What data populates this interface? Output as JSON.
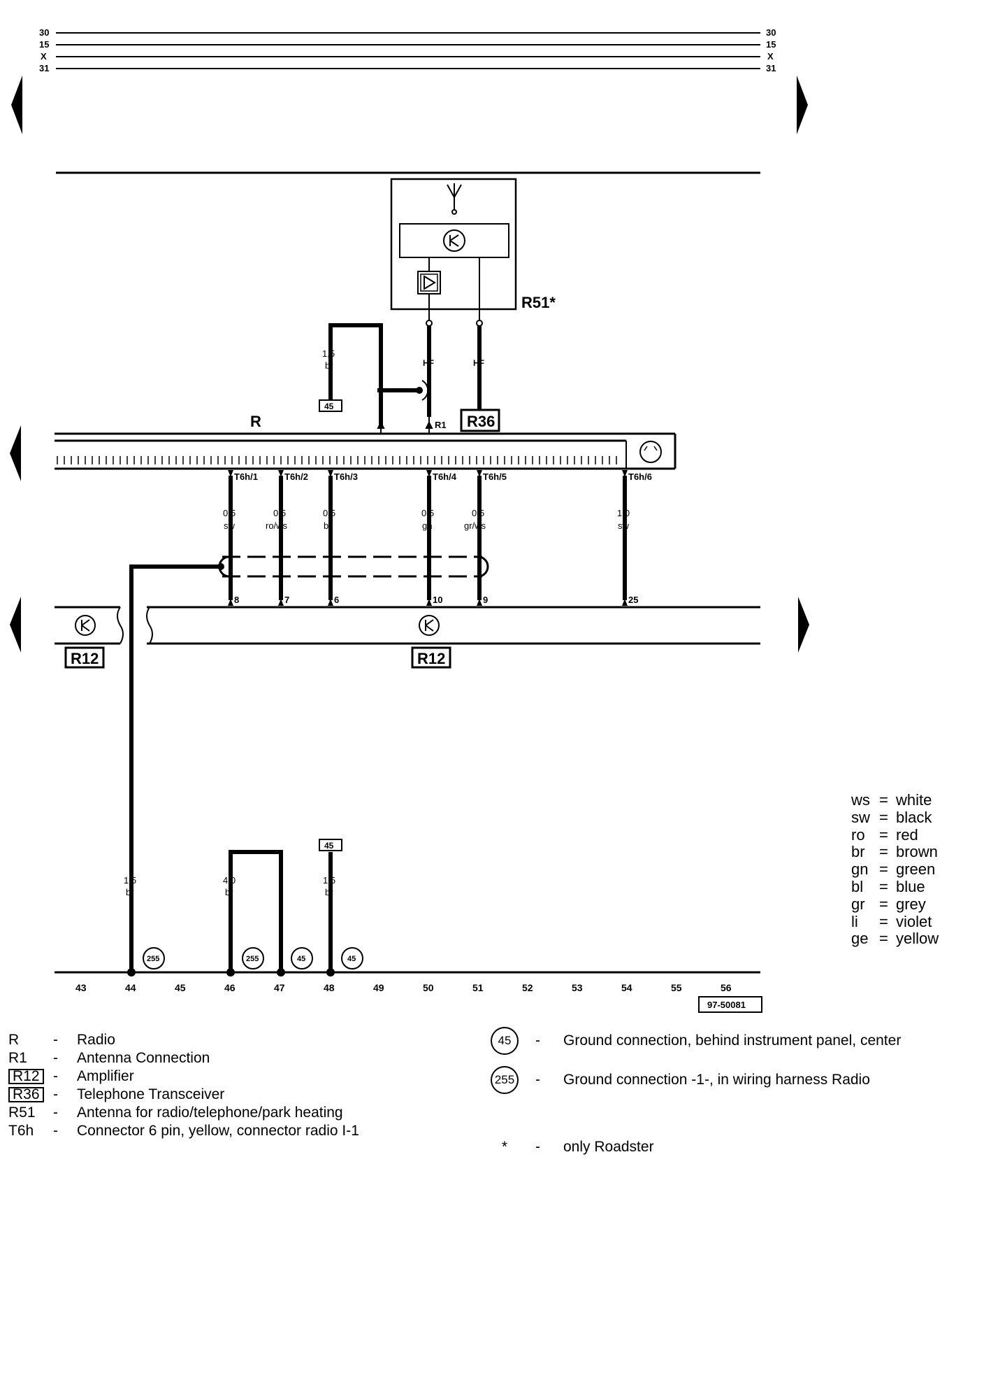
{
  "rails": [
    "30",
    "15",
    "X",
    "31"
  ],
  "components": {
    "radio": "R",
    "antenna_conn": "R1",
    "amplifier": "R12",
    "transceiver": "R36",
    "antenna": "R51",
    "antenna_mark": "*"
  },
  "sym_radio": {
    "cross": "45"
  },
  "connectors": [
    "T6h/1",
    "T6h/2",
    "T6h/3",
    "T6h/4",
    "T6h/5",
    "T6h/6"
  ],
  "wires_top": [
    {
      "gauge": "0,5",
      "color": "sw"
    },
    {
      "gauge": "0,5",
      "color": "ro/ws"
    },
    {
      "gauge": "0,5",
      "color": "br"
    },
    {
      "gauge": "0,5",
      "color": "gn"
    },
    {
      "gauge": "0,5",
      "color": "gr/ws"
    },
    {
      "gauge": "1,0",
      "color": "sw"
    }
  ],
  "hf_wire": {
    "gauge": "1,5",
    "color": "br",
    "label": "HF",
    "ground": "45"
  },
  "amp_pins": [
    "8",
    "7",
    "6",
    "10",
    "9",
    "25"
  ],
  "wires_bottom": [
    {
      "gauge": "1,5",
      "color": "br"
    },
    {
      "gauge": "4,0",
      "color": "br"
    },
    {
      "gauge": "1,5",
      "color": "br",
      "ground": "45"
    }
  ],
  "ground_circles": [
    "255",
    "255",
    "45",
    "45"
  ],
  "track_numbers": [
    "43",
    "44",
    "45",
    "46",
    "47",
    "48",
    "49",
    "50",
    "51",
    "52",
    "53",
    "54",
    "55",
    "56"
  ],
  "doc_id": "97-50081",
  "legend": [
    {
      "code": "R",
      "desc": "Radio",
      "boxed": false
    },
    {
      "code": "R1",
      "desc": "Antenna Connection",
      "boxed": false
    },
    {
      "code": "R12",
      "desc": "Amplifier",
      "boxed": true
    },
    {
      "code": "R36",
      "desc": "Telephone Transceiver",
      "boxed": true
    },
    {
      "code": "R51",
      "desc": "Antenna for radio/telephone/park heating",
      "boxed": false
    },
    {
      "code": "T6h",
      "desc": "Connector 6 pin, yellow, connector radio I-1",
      "boxed": false
    }
  ],
  "dash": "-",
  "grounds_legend": [
    {
      "num": "45",
      "desc": "Ground connection, behind instrument panel, center"
    },
    {
      "num": "255",
      "desc": "Ground connection -1-, in wiring harness Radio"
    }
  ],
  "footnote": {
    "mark": "*",
    "desc": "only Roadster"
  },
  "colors": [
    {
      "ab": "ws",
      "name": "white"
    },
    {
      "ab": "sw",
      "name": "black"
    },
    {
      "ab": "ro",
      "name": "red"
    },
    {
      "ab": "br",
      "name": "brown"
    },
    {
      "ab": "gn",
      "name": "green"
    },
    {
      "ab": "bl",
      "name": "blue"
    },
    {
      "ab": "gr",
      "name": "grey"
    },
    {
      "ab": "li",
      "name": "violet"
    },
    {
      "ab": "ge",
      "name": "yellow"
    }
  ]
}
